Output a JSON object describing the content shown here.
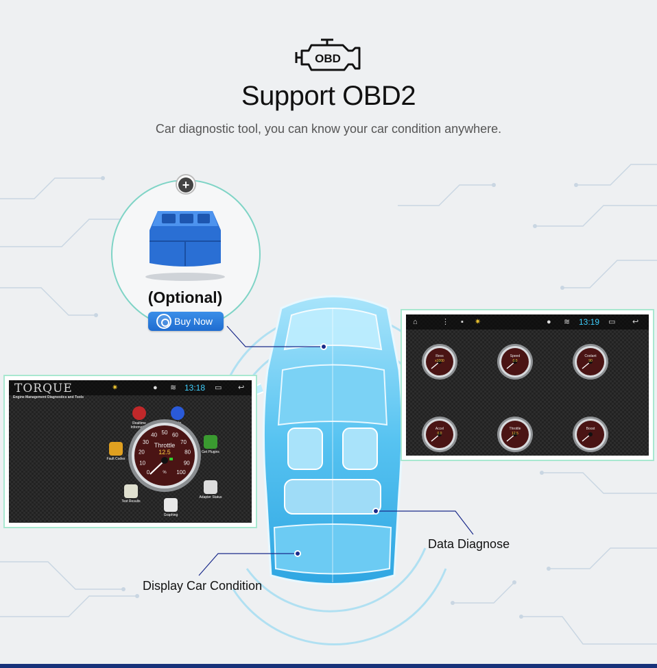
{
  "header": {
    "logo_text": "OBD",
    "title": "Support OBD2",
    "subtitle": "Car diagnostic tool, you can know your car condition anywhere."
  },
  "optional_device": {
    "plus_symbol": "+",
    "label": "(Optional)",
    "buy_label": "Buy Now"
  },
  "left_screen": {
    "app_title": "TORQUE",
    "app_subtitle": "Engine Management Diagnostics and Tools",
    "time": "13:18",
    "gauge": {
      "label": "Throttle",
      "value": "12.5",
      "unit": "%",
      "ticks": [
        "0",
        "10",
        "20",
        "30",
        "40",
        "50",
        "60",
        "70",
        "80",
        "90",
        "100"
      ]
    },
    "menu": [
      {
        "label": "Realtime Information"
      },
      {
        "label": "Help"
      },
      {
        "label": "Fault Codes"
      },
      {
        "label": "Get Plugins"
      },
      {
        "label": "Adapter Status"
      },
      {
        "label": "Test Results"
      },
      {
        "label": "Graphing"
      }
    ]
  },
  "right_screen": {
    "time": "13:19",
    "gauges": [
      {
        "label": "Revs",
        "sub": "x1000"
      },
      {
        "label": "Speed",
        "sub": "0.0"
      },
      {
        "label": "Coolant",
        "sub": "90"
      },
      {
        "label": "Accel",
        "sub": "0.0"
      },
      {
        "label": "Throttle",
        "sub": "12.5"
      },
      {
        "label": "Boost",
        "sub": ""
      }
    ]
  },
  "callouts": {
    "data_diagnose": "Data Diagnose",
    "display_condition": "Display Car Condition"
  },
  "colors": {
    "accent_blue": "#1f6cd0",
    "car_blue": "#3fb8ee",
    "frame_green": "#a8e8d0",
    "callout_line": "#1a2a8a",
    "bottom_bar": "#17327a"
  }
}
